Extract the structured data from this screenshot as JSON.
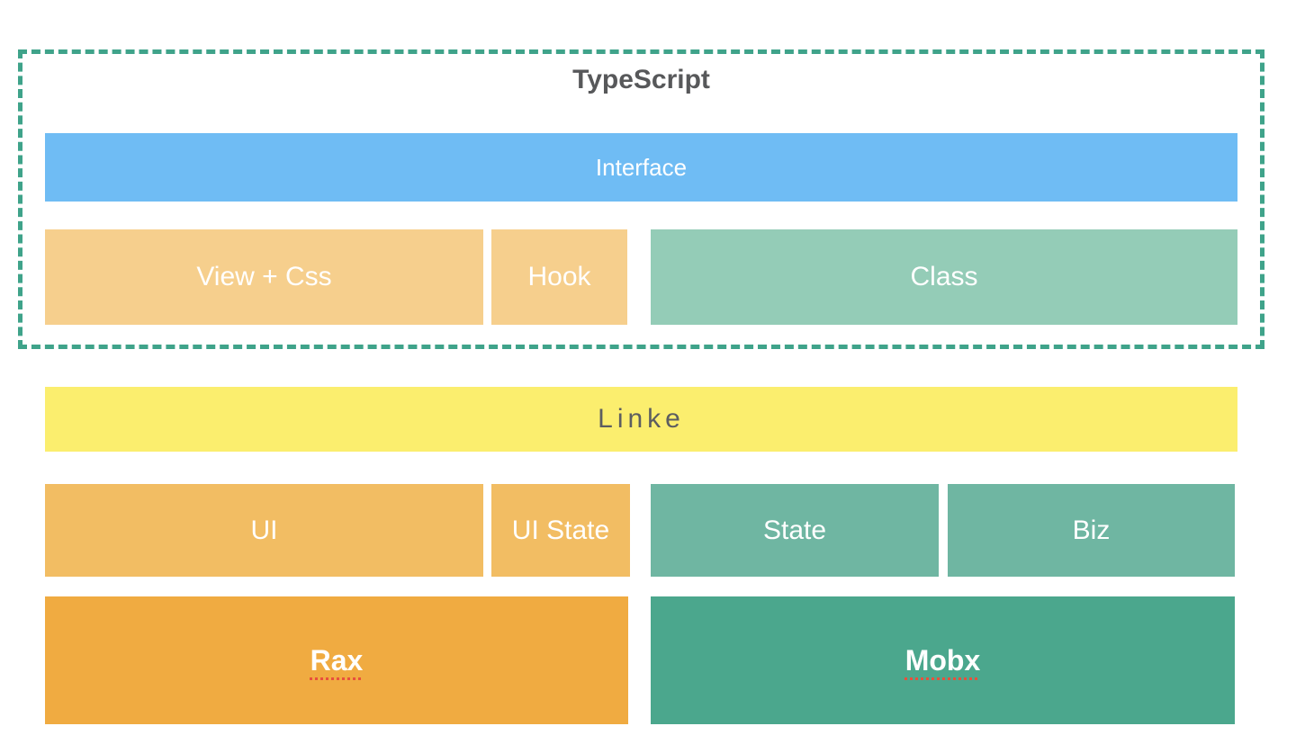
{
  "diagram": {
    "typescript_group": {
      "title": "TypeScript",
      "interface_label": "Interface",
      "view_css_label": "View + Css",
      "hook_label": "Hook",
      "class_label": "Class"
    },
    "linke_label": "Linke",
    "ui_label": "UI",
    "ui_state_label": "UI State",
    "state_label": "State",
    "biz_label": "Biz",
    "rax_label": "Rax",
    "mobx_label": "Mobx"
  },
  "colors": {
    "dashed_border_green": "#3fa38a",
    "interface_blue": "#6fbcf4",
    "light_orange": "#f6cf8d",
    "orange": "#f2bd63",
    "dark_orange": "#f0ab41",
    "light_teal": "#94ccb7",
    "teal": "#6fb6a2",
    "dark_teal": "#4ba78d",
    "yellow": "#fbee6e",
    "title_gray": "#57585a",
    "label_white": "#ffffff",
    "spellcheck_red": "#e8503c"
  }
}
